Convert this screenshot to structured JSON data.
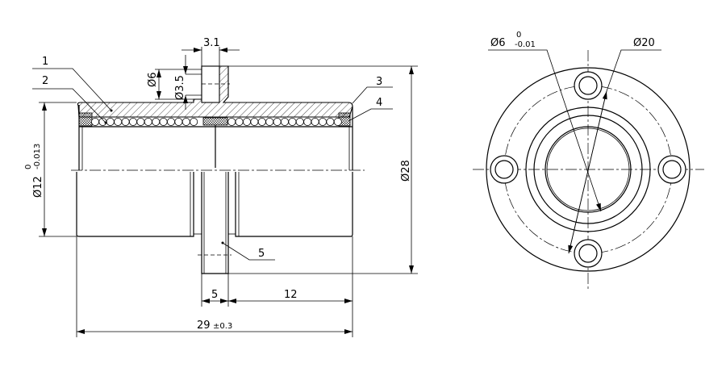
{
  "drawing": {
    "side_view": {
      "balloons": [
        "1",
        "2",
        "3",
        "4",
        "5"
      ],
      "dimensions": {
        "slot_width": "3.1",
        "pin_dia": "Ø6",
        "hole_dia": "Ø3.5",
        "bore_dia": "Ø12",
        "bore_tol_upper": "0",
        "bore_tol_lower": "-0.013",
        "flange_dia": "Ø28",
        "flange_thickness": "5",
        "flange_to_end": "12",
        "overall_length": "29",
        "overall_tol": "±0.3"
      }
    },
    "end_view": {
      "shaft_dia": "Ø6",
      "shaft_tol_upper": "0",
      "shaft_tol_lower": "-0.01",
      "pitch_dia": "Ø20"
    }
  }
}
